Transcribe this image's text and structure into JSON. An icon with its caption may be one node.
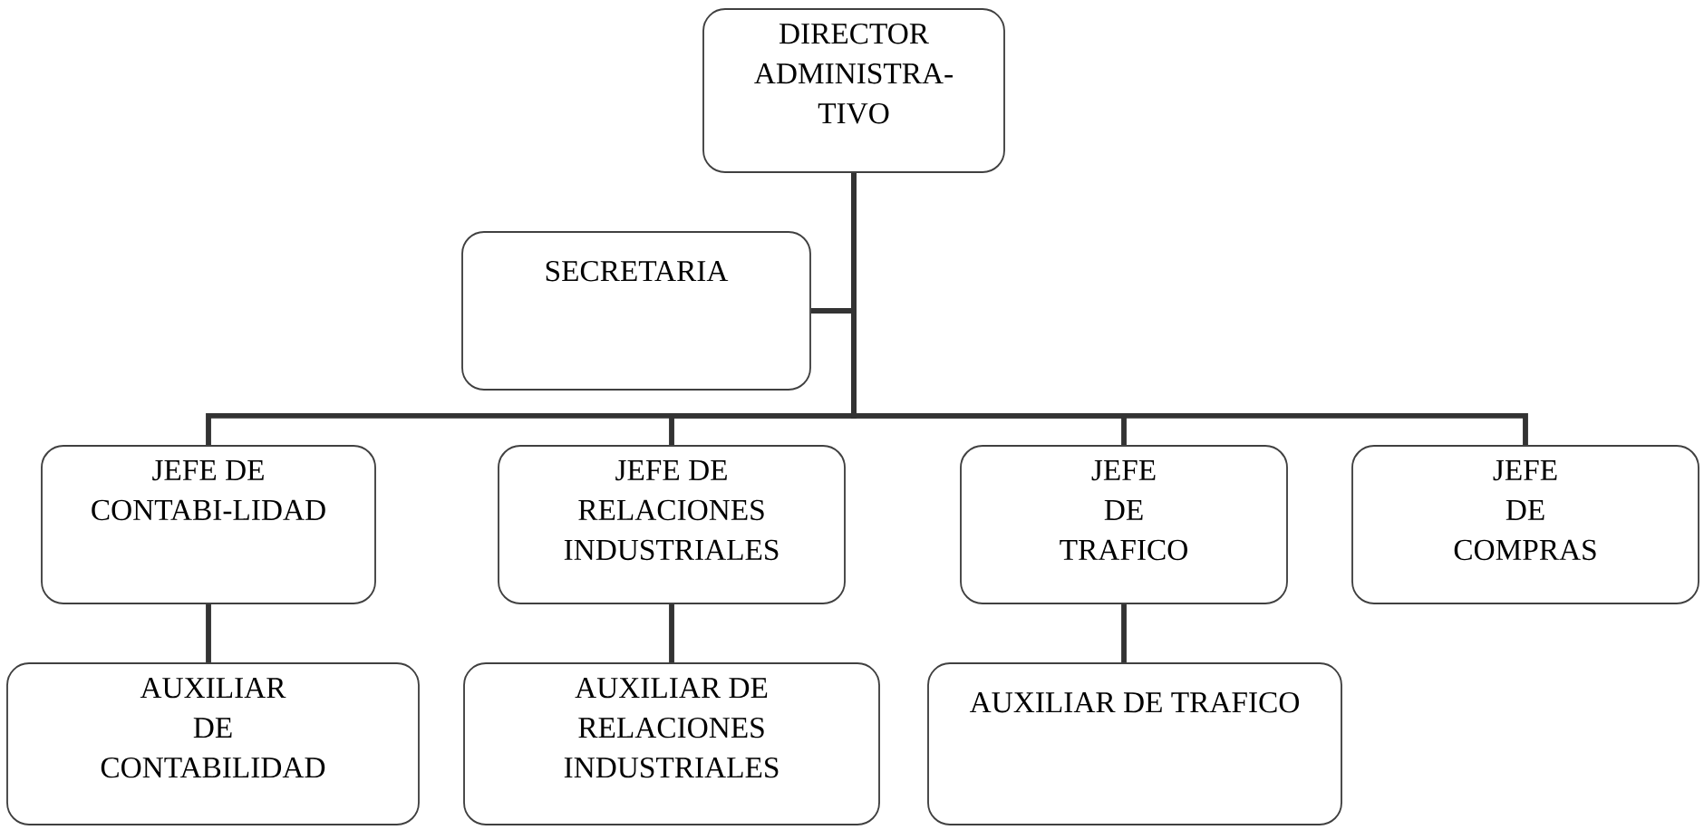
{
  "diagram": {
    "nodes": [
      {
        "text": [
          "DIRECTOR ADMINISTRA- TIVO"
        ]
      },
      {
        "text": [
          "SECRETARIA"
        ]
      },
      {
        "text": [
          "JEFE DE CONTABI-LIDAD"
        ]
      },
      {
        "text": [
          "JEFE DE RELACIONES INDUSTRIALES"
        ]
      },
      {
        "text": [
          "JEFE DE TRAFICO"
        ]
      },
      {
        "text": [
          "JEFE DE COMPRAS"
        ]
      },
      {
        "text": [
          "AUXILIAR DE CONTABILIDAD"
        ]
      },
      {
        "text": [
          "AUXILIAR DE RELACIONES INDUSTRIALES"
        ]
      },
      {
        "text": [
          "AUXILIAR DE TRAFICO"
        ]
      }
    ],
    "edges": [
      {
        "from": 0,
        "to": 1,
        "arrow": "none"
      },
      {
        "from": 0,
        "to": 2,
        "arrow": "none"
      },
      {
        "from": 0,
        "to": 3,
        "arrow": "none"
      },
      {
        "from": 0,
        "to": 4,
        "arrow": "none"
      },
      {
        "from": 0,
        "to": 5,
        "arrow": "none"
      },
      {
        "from": 2,
        "to": 6,
        "arrow": "none"
      },
      {
        "from": 3,
        "to": 7,
        "arrow": "none"
      },
      {
        "from": 4,
        "to": 8,
        "arrow": "none"
      }
    ]
  }
}
